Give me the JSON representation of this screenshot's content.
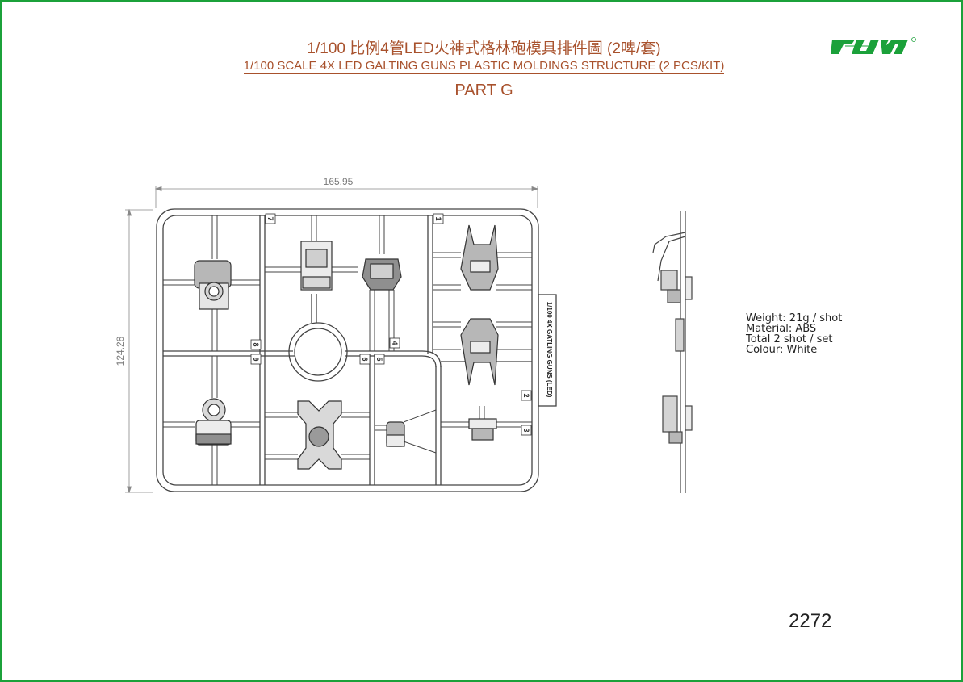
{
  "title": {
    "zh": "1/100 比例4管LED火神式格林砲模具排件圖 (2啤/套)",
    "en": "1/100 SCALE 4X LED GALTING GUNS PLASTIC MOLDINGS STRUCTURE (2 PCS/KIT)",
    "part": "PART G"
  },
  "logo": {
    "alt": "brand-logo",
    "colors": {
      "green": "#1ba13a"
    }
  },
  "dimensions": {
    "width": "165.95",
    "height": "124.28"
  },
  "runner": {
    "tags": [
      "7",
      "1",
      "8",
      "9",
      "4",
      "6",
      "5",
      "2",
      "3"
    ],
    "gate_text": "1/100 4X GATLING GUNS (LED)"
  },
  "specs": {
    "weight": "Weight: 21g / shot",
    "material": "Material: ABS",
    "total": "Total 2 shot / set",
    "colour": "Colour: White"
  },
  "page_number": "2272",
  "colors": {
    "border": "#1ba13a",
    "title": "#a8512c",
    "line": "#444444"
  }
}
